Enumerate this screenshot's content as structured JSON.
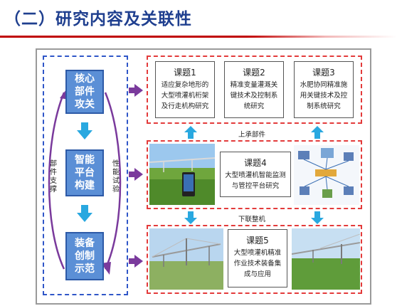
{
  "header": {
    "title": "（二）研究内容及关联性"
  },
  "left_column": {
    "boxes": [
      {
        "label": "核心\n部件\n攻关"
      },
      {
        "label": "智能\n平台\n构建"
      },
      {
        "label": "装备\n创制\n示范"
      }
    ],
    "left_label": "部\n件\n支\n撑",
    "right_label": "性\n能\n试\n验"
  },
  "top_row": {
    "topics": [
      {
        "title": "课题1",
        "body": "适应复杂地形的\n大型喷灌机桁架\n及行走机构研究"
      },
      {
        "title": "课题2",
        "body": "精准变量灌溉关\n键技术及控制系\n统研究"
      },
      {
        "title": "课题3",
        "body": "水肥协同精准施\n用关键技术及控\n制系统研究"
      }
    ],
    "connector_label": "上承部件"
  },
  "middle_row": {
    "topic": {
      "title": "课题4",
      "body": "大型喷灌机智能监测\n与管控平台研究"
    },
    "connector_label": "下联整机"
  },
  "bottom_row": {
    "topic": {
      "title": "课题5",
      "body": "大型喷灌机精准\n作业技术装备集\n成与应用"
    }
  },
  "colors": {
    "title_blue": "#1f3f8f",
    "accent_red": "#c00000",
    "box_blue": "#5b8fd6",
    "arrow_purple": "#7a3a9c",
    "arrow_cyan": "#29a8e0",
    "dash_red": "#e33b3b",
    "dash_blue": "#2f56c8"
  }
}
